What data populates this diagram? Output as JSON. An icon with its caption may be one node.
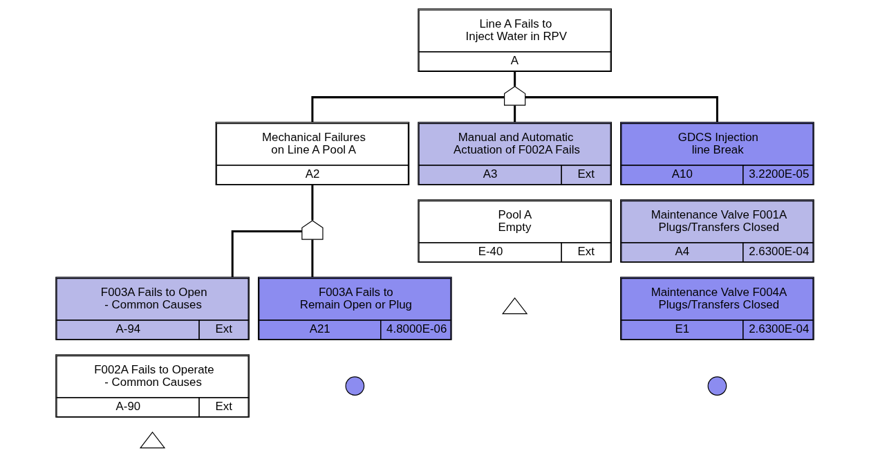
{
  "diagram": {
    "nodes": [
      {
        "text": [
          "Line A Fails to Inject Water in RPV",
          "A"
        ]
      },
      {
        "text": [],
        "shape": "gate"
      },
      {
        "text": [
          "Mechanical Failures on Line A Pool A",
          "A2"
        ]
      },
      {
        "text": [
          "Manual and Automatic Actuation of F002A Fails",
          "A3",
          "Ext"
        ]
      },
      {
        "text": [
          "GDCS Injection line Break",
          "A10",
          "3.2200E-05"
        ]
      },
      {
        "text": [],
        "shape": "gate"
      },
      {
        "text": [
          "Pool A Empty",
          "E-40",
          "Ext"
        ]
      },
      {
        "text": [
          "Maintenance Valve F001A Plugs/Transfers Closed",
          "A4",
          "2.6300E-04"
        ]
      },
      {
        "text": [
          "Maintenance Valve F004A Plugs/Transfers Closed",
          "E1",
          "2.6300E-04"
        ]
      },
      {
        "text": [],
        "shape": "triangle"
      },
      {
        "text": [],
        "shape": "circle"
      },
      {
        "text": [
          "F003A Fails to Open - Common Causes",
          "A-94",
          "Ext"
        ]
      },
      {
        "text": [
          "F003A Fails to Remain Open or Plug",
          "A21",
          "4.8000E-06"
        ]
      },
      {
        "text": [
          "F002A Fails to Operate - Common Causes",
          "A-90",
          "Ext"
        ]
      },
      {
        "text": [],
        "shape": "circle"
      },
      {
        "text": [],
        "shape": "triangle"
      }
    ],
    "edges": [
      {
        "from": 0,
        "to": 1,
        "arrow": "none"
      },
      {
        "from": 1,
        "to": 2,
        "arrow": "none"
      },
      {
        "from": 1,
        "to": 3,
        "arrow": "none"
      },
      {
        "from": 1,
        "to": 4,
        "arrow": "none"
      },
      {
        "from": 2,
        "to": 5,
        "arrow": "none"
      },
      {
        "from": 5,
        "to": 11,
        "arrow": "none"
      },
      {
        "from": 5,
        "to": 12,
        "arrow": "none"
      }
    ]
  }
}
